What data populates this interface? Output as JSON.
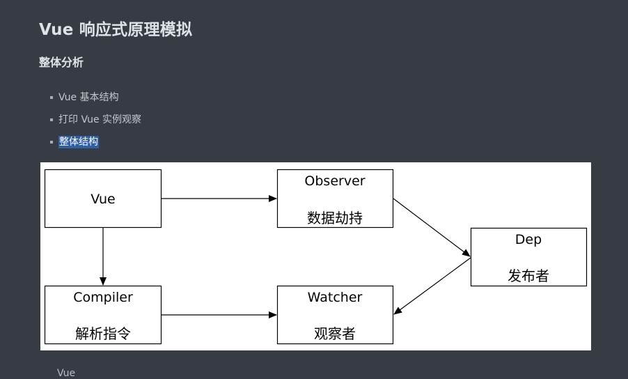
{
  "page": {
    "title": "Vue 响应式原理模拟",
    "section_heading": "整体分析"
  },
  "toc": {
    "items": [
      {
        "label": "Vue 基本结构"
      },
      {
        "label": "打印 Vue 实例观察"
      },
      {
        "label": "整体结构"
      }
    ]
  },
  "diagram": {
    "boxes": {
      "vue": {
        "title": "Vue",
        "subtitle": ""
      },
      "observer": {
        "title": "Observer",
        "subtitle": "数据劫持"
      },
      "dep": {
        "title": "Dep",
        "subtitle": "发布者"
      },
      "compiler": {
        "title": "Compiler",
        "subtitle": "解析指令"
      },
      "watcher": {
        "title": "Watcher",
        "subtitle": "观察者"
      }
    }
  },
  "footer": {
    "fragment": "Vue"
  }
}
